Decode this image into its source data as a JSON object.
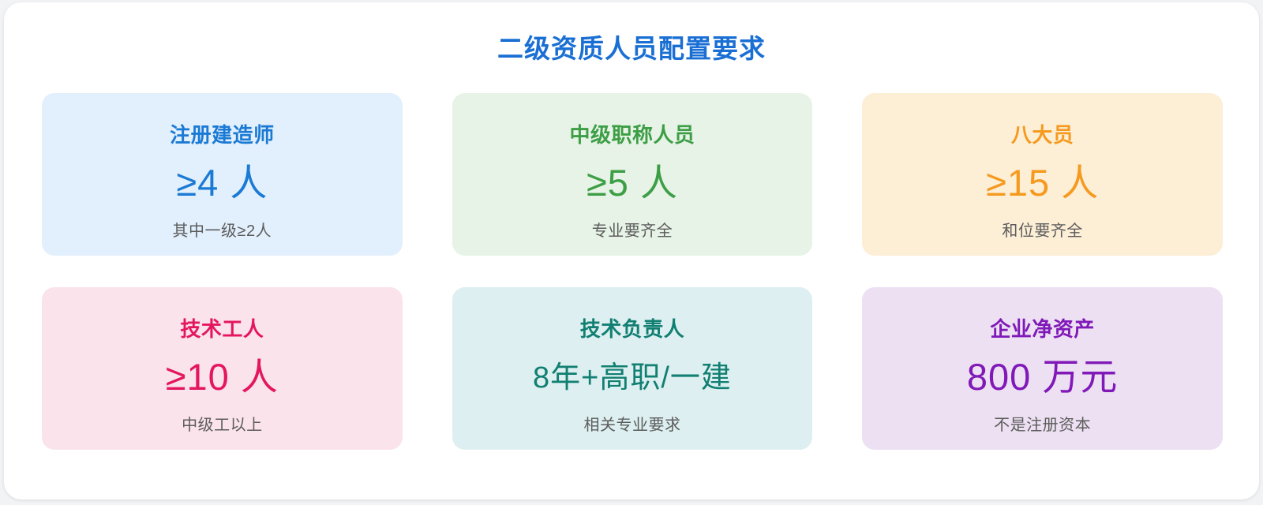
{
  "page": {
    "title": "二级资质人员配置要求",
    "title_color": "#1a6fd4",
    "panel_bg": "#ffffff",
    "page_bg": "#f2f3f5"
  },
  "cards": [
    {
      "label": "注册建造师",
      "value": "≥4 人",
      "note": "其中一级≥2人",
      "bg": "#e2effc",
      "accent": "#1a7ad4"
    },
    {
      "label": "中级职称人员",
      "value": "≥5 人",
      "note": "专业要齐全",
      "bg": "#e6f3e6",
      "accent": "#3d9e46"
    },
    {
      "label": "八大员",
      "value": "≥15 人",
      "note": "和位要齐全",
      "bg": "#fdeed6",
      "accent": "#f59a1f"
    },
    {
      "label": "技术工人",
      "value": "≥10 人",
      "note": "中级工以上",
      "bg": "#fbe3ec",
      "accent": "#e4175e"
    },
    {
      "label": "技术负责人",
      "value": "8年+高职/一建",
      "note": "相关专业要求",
      "bg": "#ddeff0",
      "accent": "#117f72"
    },
    {
      "label": "企业净资产",
      "value": "800 万元",
      "note": "不是注册资本",
      "bg": "#ece0f2",
      "accent": "#8019b8"
    }
  ]
}
